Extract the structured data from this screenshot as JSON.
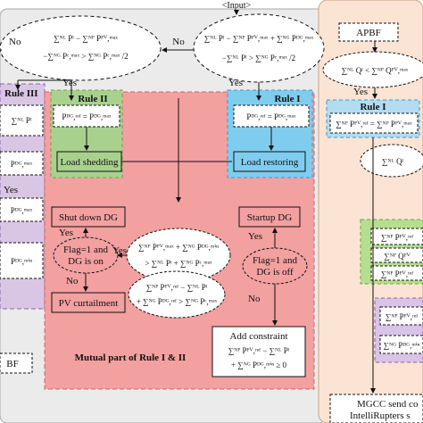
{
  "labels": {
    "input": "<Input>",
    "no": "No",
    "yes": "Yes",
    "rule_1": "Rule I",
    "rule_2": "Rule II",
    "rule_3": "Rule III",
    "load_shedding": "Load shedding",
    "load_restoring": "Load restoring",
    "shut_down_dg": "Shut down DG",
    "startup_dg": "Startup DG",
    "flag_on_1": "Flag=1 and",
    "flag_on_2": "DG is on",
    "flag_off_1": "Flag=1 and",
    "flag_off_2": "DG is off",
    "pv_curtailment": "PV curtailment",
    "add_constraint": "Add constraint",
    "mutual_part": "Mutual part of Rule I & II",
    "apbf": "APBF",
    "apbf_left": "BF",
    "mgcc_1": "MGCC send co",
    "mgcc_2": "IntelliRupters s"
  },
  "formulas": {
    "top_line1": "∑ᴺᴸ Pˡ − ∑ᴺᴾ Pᴾⱽ,ᵐᵃˣ + ∑ᴺᴳ Pᴰᴳ,ᵐᵃˣ",
    "top_line2": "−∑ᴺᴸ Pˡ > ∑ᴺᴳ Pᶜ,ᵐᵃˣ /2",
    "top_left_line1": "∑ᴺᴸ Pˡ − ∑ᴺᴾ Pᴾⱽ,ᵐᵃˣ",
    "top_left_line2": "−∑ᴺᴳ Pᶜ,ᵐᵃˣ > ∑ᴺᴳ Pᶜ,ᵐᵃˣ /2",
    "rule2_box": "Pᴰᴳ,ʳᵉᶠ = Pᴰᴳ,ᵐᵃˣ",
    "rule1_box": "Pᴰᴳ,ʳᵉᶠ = Pᴰᴳ,ᵐᵃˣ",
    "mid_line1": "∑ᴺᴾ Pᴾⱽ,ᵐᵃˣ + ∑ᴺᴳ Pᴰᴳ,ᵐⁱⁿ",
    "mid_line2": "> ∑ᴺᴸ Pˡ + ∑ᴺᴳ Pᶜ,ᵐᵃˣ",
    "low_line1": "∑ᴺᴾ Pᴾⱽ,ʳᵉᶠ − ∑ᴺᴸ Pˡ",
    "low_line2": "+ ∑ᴺᴳ Pᴰᴳ,ʳᵉᶠ > ∑ᴺᴳ Pᶜ,ᵐᵃˣ",
    "constraint_line1": "∑ᴺᴾ Pᴾⱽ,ʳᵉᶠ − ∑ᴺᴸ Pˡ",
    "constraint_line2": "+ ∑ᴺᴳ Pᴰᴳ,ᵐⁱⁿ ≥ 0",
    "left_p1": "∑ᴺᴸ Pˡ",
    "left_p2": "Pᴰᴳ,ᵐᵃˣ",
    "left_p3": "Pᴰᴳ,ᵐᵃˣ",
    "left_p4": "Pᴰᴳ,ᵐⁱⁿ",
    "right_q1": "∑ᴺᴸ Qˡ < ∑ᴺᴾ Qᴾⱽ,ᵐᵃˣ",
    "right_rule1": "∑ᴺᴾ Pᴾⱽ,ʳᵉᶠ = ∑ᴺᴾ Pᴾⱽ,ᵐᵃˣ",
    "right_q2": "∑ᴺᴸ Qˡ",
    "right_g1": "∑ᴺᴾ Pᴾⱽ,ʳᵉᶠ",
    "right_g2": "∑ᴺᴾ Qᴾⱽ",
    "right_g3": "∑ᴺᴾ Pᴾⱽ,ʳᵉᶠ",
    "right_p1": "∑ᴺᴾ Pᴾⱽ,ʳᵉᶠ",
    "right_p2": "∑ᴺᴳ Pᴰᴳ,ᵐⁱⁿ"
  },
  "colors": {
    "left_panel_bg": "#ebebeb",
    "right_panel_bg": "#fbe4d3",
    "rule3_bg": "#d9c6e4",
    "rule3_border": "#8e63ad",
    "rule2_green": "#a9d18e",
    "rule1_blue": "#7fcdee",
    "mutual_red": "#f2a0a0",
    "right_green": "#b7de8f",
    "right_purple": "#d9c3e6",
    "right_blue": "#b3dcf0"
  }
}
